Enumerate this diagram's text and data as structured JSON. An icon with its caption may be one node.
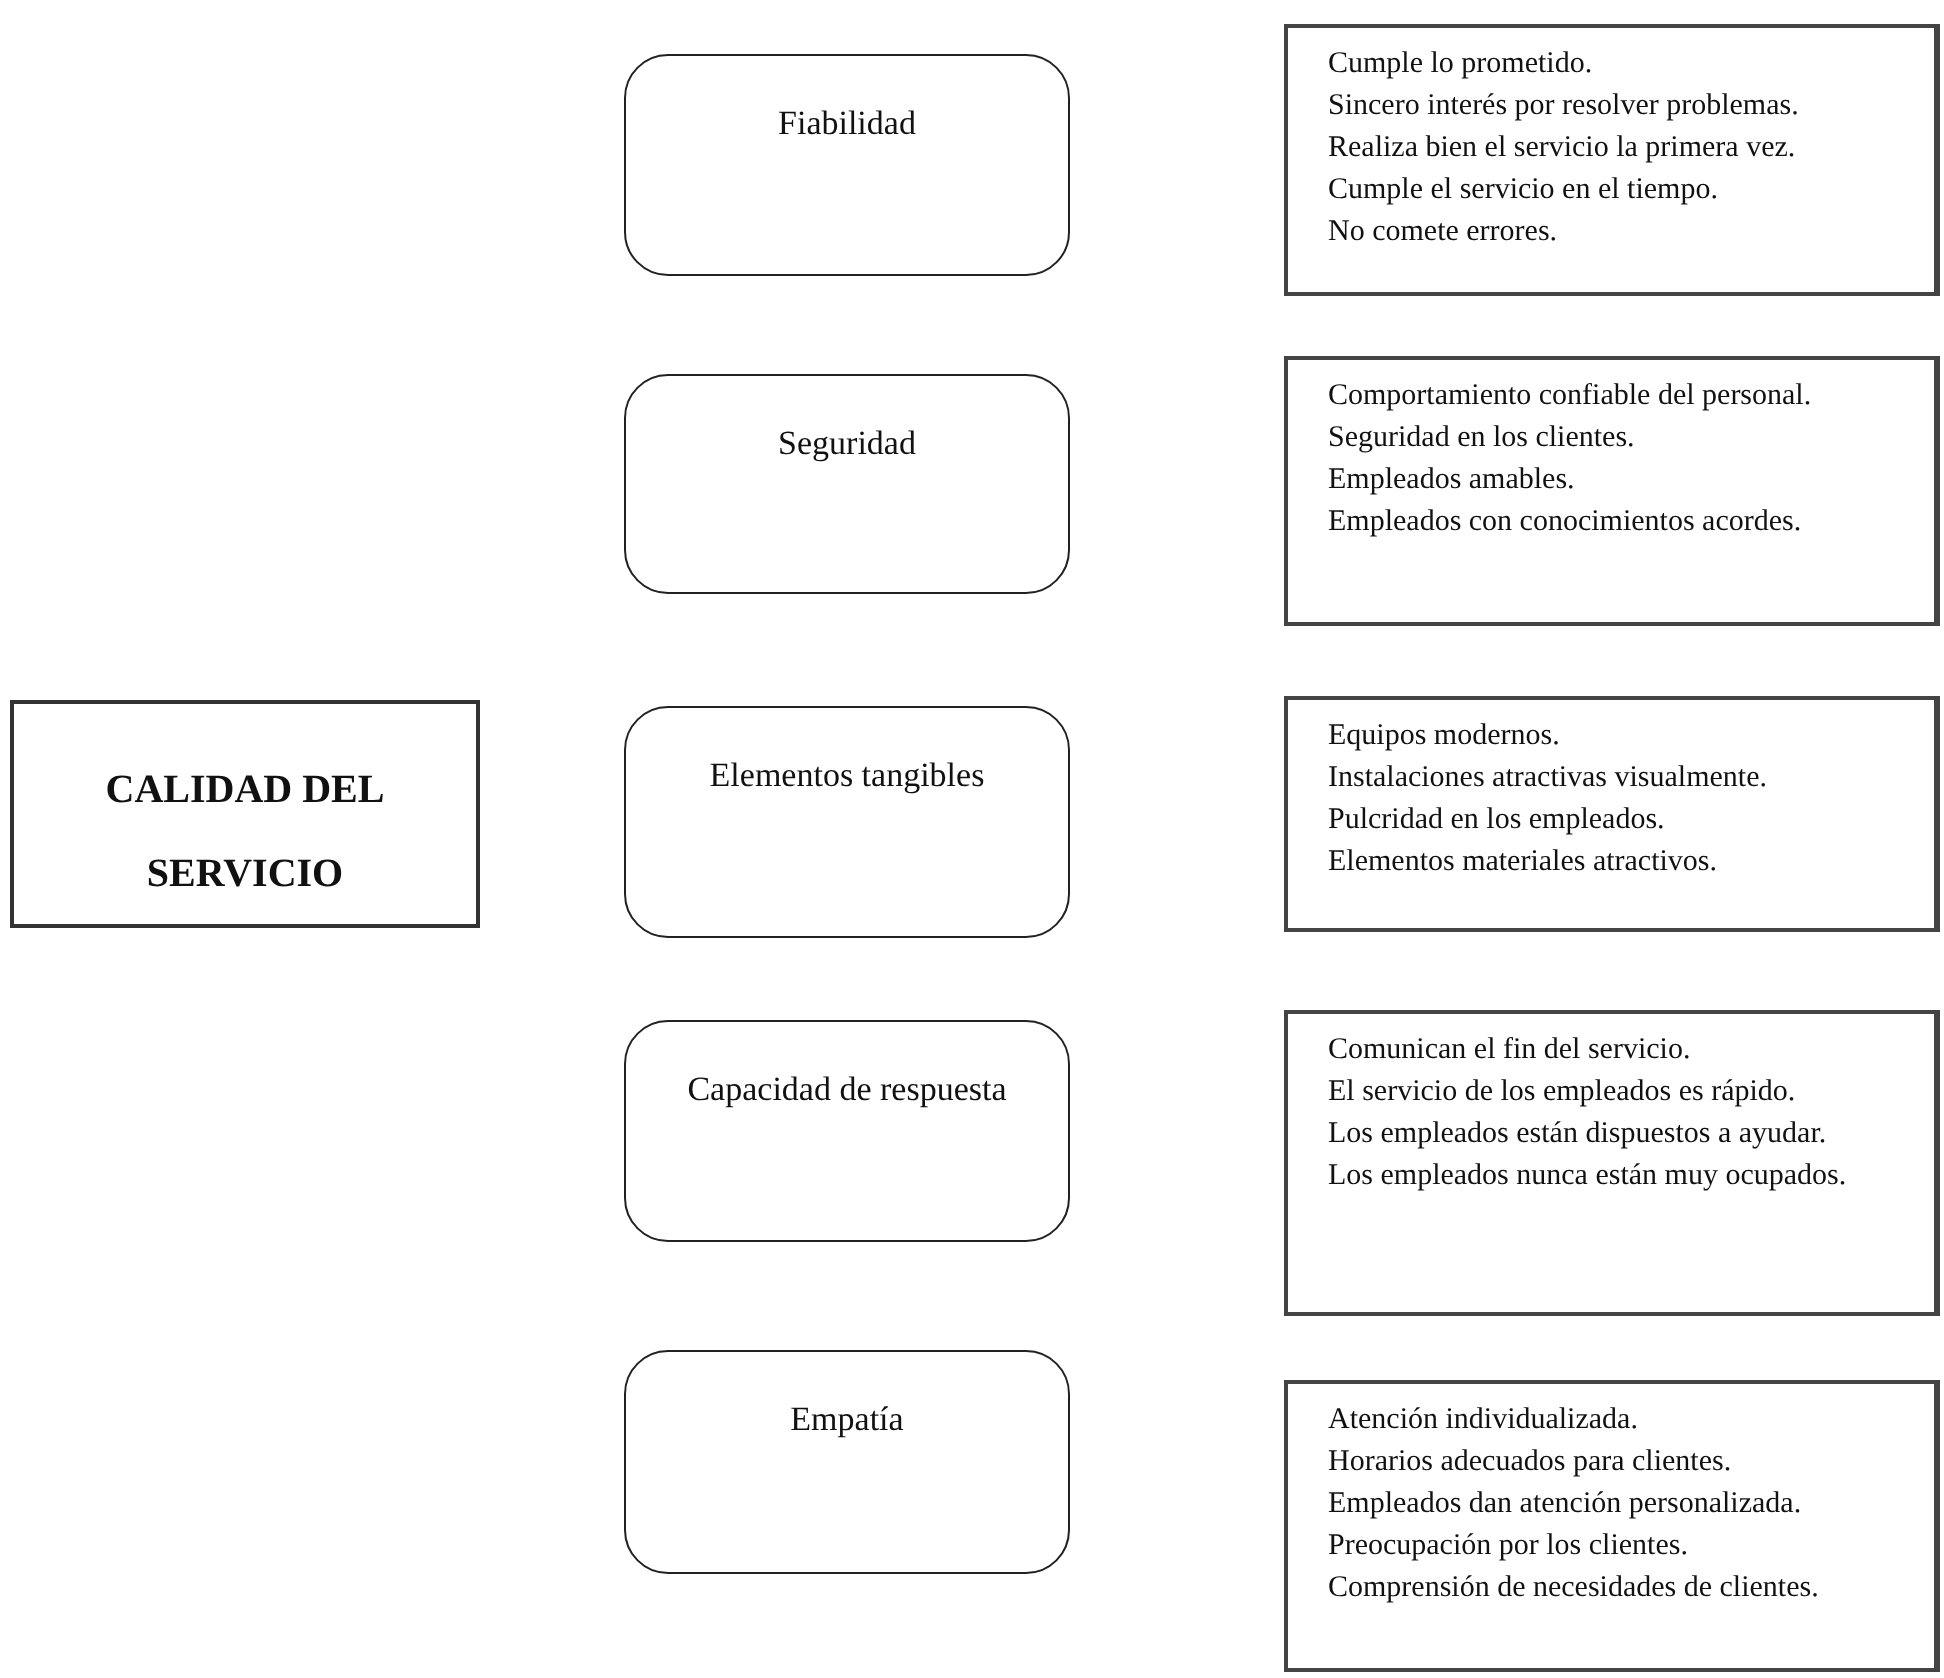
{
  "diagram": {
    "nodes": [
      {
        "text": [
          "CALIDAD DEL SERVICIO"
        ]
      },
      {
        "text": [
          "Fiabilidad"
        ]
      },
      {
        "text": [
          "Cumple lo prometido.",
          "Sincero interés por resolver problemas.",
          "Realiza bien el servicio la primera vez.",
          "Cumple el servicio en el tiempo.",
          "No comete errores."
        ]
      },
      {
        "text": [
          "Seguridad"
        ]
      },
      {
        "text": [
          "Comportamiento confiable del personal.",
          "Seguridad en los clientes.",
          "Empleados amables.",
          "Empleados con conocimientos acordes."
        ]
      },
      {
        "text": [
          "Elementos tangibles"
        ]
      },
      {
        "text": [
          "Equipos modernos.",
          "Instalaciones atractivas visualmente.",
          "Pulcridad en los empleados.",
          "Elementos materiales atractivos."
        ]
      },
      {
        "text": [
          "Capacidad de respuesta"
        ]
      },
      {
        "text": [
          "Comunican el fin del servicio.",
          "El servicio de los empleados es rápido.",
          "Los empleados están dispuestos a ayudar.",
          "Los empleados nunca están muy ocupados."
        ]
      },
      {
        "text": [
          "Empatía"
        ]
      },
      {
        "text": [
          "Atención individualizada.",
          "Horarios adecuados para clientes.",
          "Empleados dan atención personalizada.",
          "Preocupación por los clientes.",
          "Comprensión de necesidades de clientes."
        ]
      }
    ]
  }
}
